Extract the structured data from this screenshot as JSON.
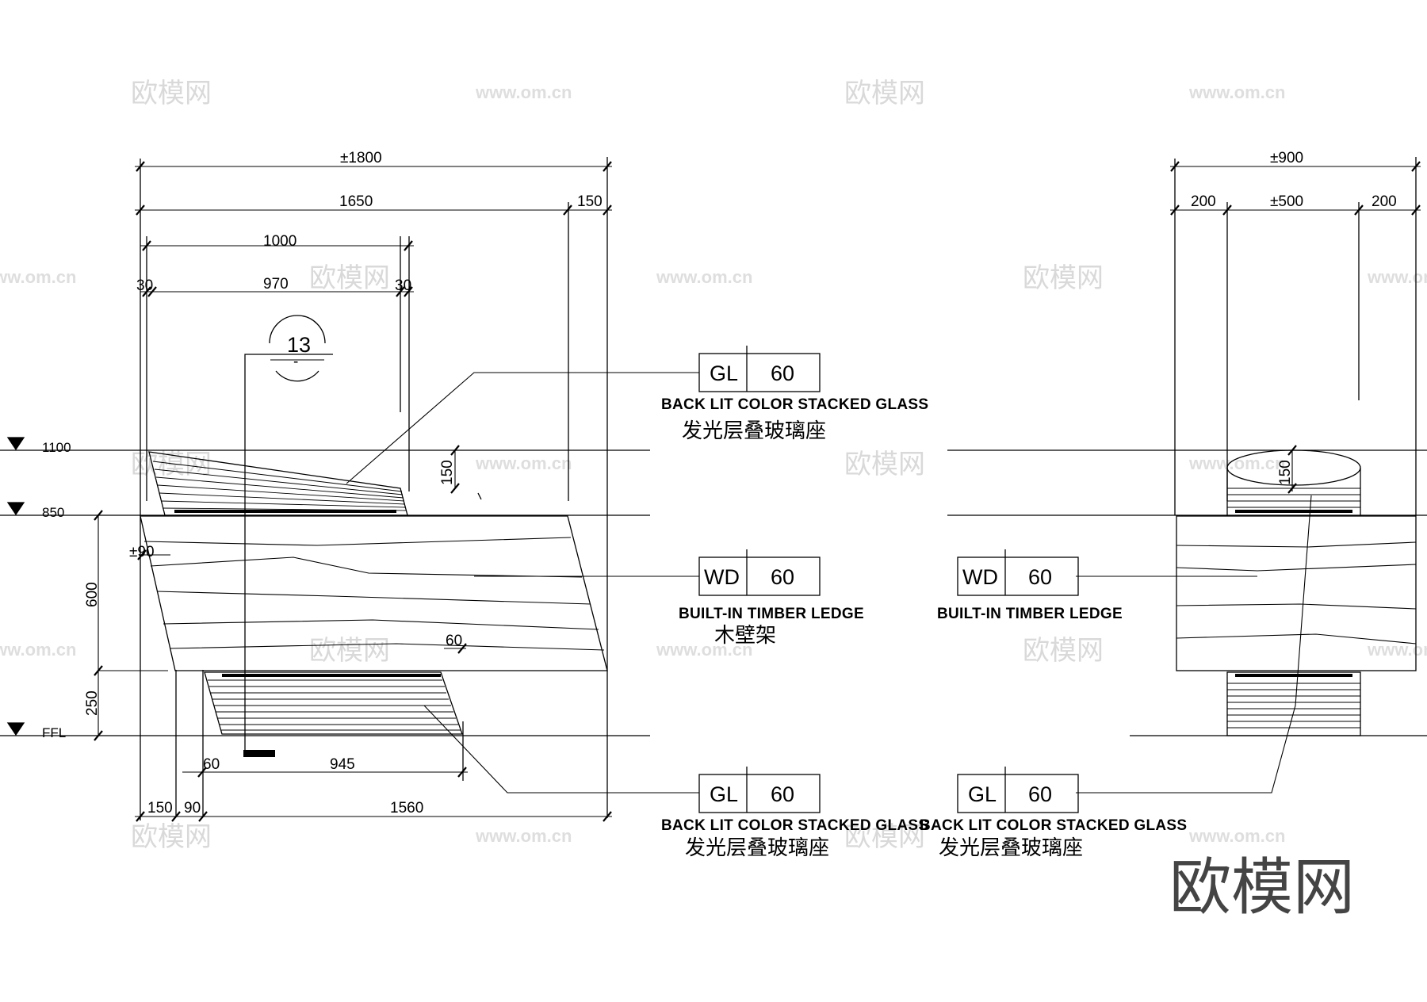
{
  "watermark": {
    "brand": "欧模网",
    "url": "www.om.cn"
  },
  "logo": {
    "text": "欧模网"
  },
  "levels": [
    {
      "label": "1100"
    },
    {
      "label": "850"
    },
    {
      "label": "FFL"
    }
  ],
  "front_elevation": {
    "dims": {
      "overall": "±1800",
      "d1650": "1650",
      "d150_top": "150",
      "d1000": "1000",
      "d30a": "30",
      "d970": "970",
      "d30b": "30",
      "d150_glass": "150",
      "d90": "±90",
      "d600": "600",
      "d60_right": "60",
      "d250": "250",
      "d60_bottom": "60",
      "d945": "945",
      "d150_bottom": "150",
      "d90_bottom": "90",
      "d1560": "1560"
    },
    "section_marker": {
      "number": "13",
      "sheet": "-"
    },
    "tags": [
      {
        "code": "GL",
        "num": "60",
        "caption_en": "BACK LIT COLOR STACKED GLASS",
        "caption_cn": "发光层叠玻璃座"
      },
      {
        "code": "WD",
        "num": "60",
        "caption_en": "BUILT-IN TIMBER LEDGE",
        "caption_cn": "木壁架"
      },
      {
        "code": "GL",
        "num": "60",
        "caption_en": "BACK LIT COLOR STACKED GLASS",
        "caption_cn": "发光层叠玻璃座"
      }
    ]
  },
  "side_elevation": {
    "dims": {
      "overall": "±900",
      "d200a": "200",
      "d500": "±500",
      "d200b": "200",
      "d150": "150"
    },
    "tags": [
      {
        "code": "WD",
        "num": "60",
        "caption_en": "BUILT-IN TIMBER LEDGE"
      },
      {
        "code": "GL",
        "num": "60",
        "caption_en": "BACK LIT COLOR STACKED GLASS",
        "caption_cn": "发光层叠玻璃座"
      }
    ]
  }
}
